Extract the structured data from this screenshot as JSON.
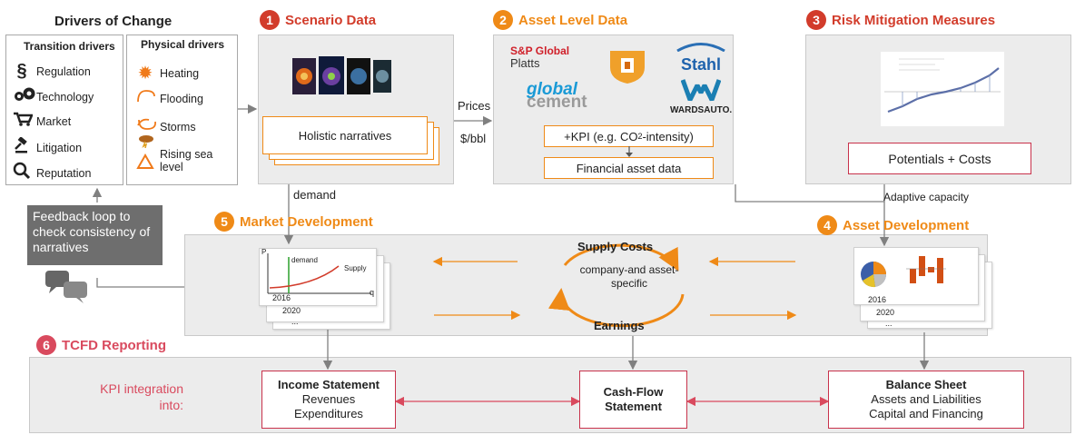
{
  "drivers": {
    "title": "Drivers of Change",
    "transition_title": "Transition drivers",
    "transition": [
      {
        "icon": "section-icon",
        "label": "Regulation"
      },
      {
        "icon": "gears-icon",
        "label": "Technology"
      },
      {
        "icon": "cart-icon",
        "label": "Market"
      },
      {
        "icon": "gavel-icon",
        "label": "Litigation"
      },
      {
        "icon": "magnifier-icon",
        "label": "Reputation"
      }
    ],
    "physical_title": "Physical drivers",
    "physical": [
      {
        "icon": "sun-icon",
        "label": "Heating"
      },
      {
        "icon": "flood-icon",
        "label": "Flooding"
      },
      {
        "icon": "storm-icon",
        "label": "Storms"
      },
      {
        "icon": "warning-triangle-icon",
        "label": "Rising sea level"
      }
    ]
  },
  "scenario": {
    "num": "1",
    "title": "Scenario Data",
    "box": "Holistic narratives"
  },
  "asset_level": {
    "num": "2",
    "title": "Asset Level Data",
    "logos": {
      "sp_line1": "S&P Global",
      "sp_line2": "Platts",
      "stahl": "Stahl",
      "global": "global",
      "cement": "cement",
      "wards": "WARDSAUTO."
    },
    "kpi_pre": "+KPI (e.g. CO",
    "kpi_sub": "2",
    "kpi_post": "-intensity)",
    "financial": "Financial asset data"
  },
  "risk": {
    "num": "3",
    "title": "Risk Mitigation Measures",
    "box": "Potentials + Costs"
  },
  "asset_dev": {
    "num": "4",
    "title": "Asset Development",
    "years": [
      "2016",
      "2020",
      "..."
    ]
  },
  "market": {
    "num": "5",
    "title": "Market Development",
    "axis_p": "P",
    "axis_q": "q",
    "curve_demand": "demand",
    "curve_supply": "Supply",
    "years": [
      "2016",
      "2020",
      "..."
    ]
  },
  "flow": {
    "prices": "Prices",
    "unit": "$/bbl",
    "demand": "demand",
    "adaptive": "Adaptive capacity",
    "feedback": "Feedback loop to check consistency of narratives"
  },
  "center": {
    "supply_costs": "Supply Costs",
    "cycle": "company-and asset-specific",
    "earnings": "Earnings"
  },
  "tcfd": {
    "num": "6",
    "title": "TCFD Reporting",
    "kpi_line1": "KPI integration",
    "kpi_line2": "into:",
    "income_title": "Income Statement",
    "income_l1": "Revenues",
    "income_l2": "Expenditures",
    "cash_l1": "Cash-Flow",
    "cash_l2": "Statement",
    "balance_title": "Balance Sheet",
    "balance_l1": "Assets and Liabilities",
    "balance_l2": "Capital and Financing"
  },
  "colors": {
    "orange": "#ef8a17",
    "red": "#d23c2b",
    "pink": "#d94a5e",
    "box_border": "#c8324b",
    "panel": "#ececec"
  }
}
